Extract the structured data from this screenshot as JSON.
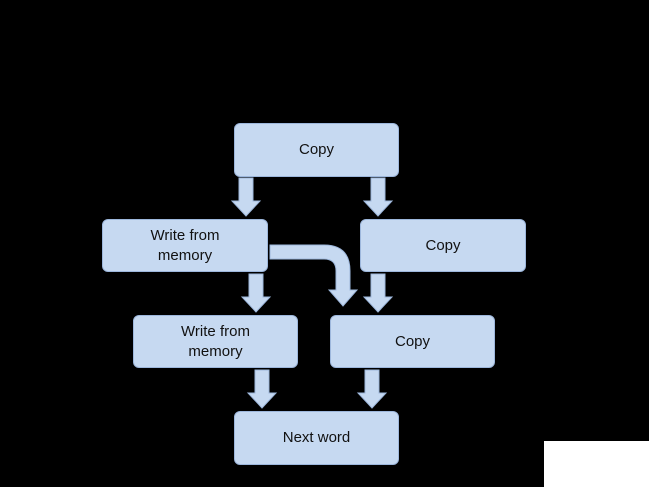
{
  "diagram": {
    "nodes": {
      "copy_top": "Copy",
      "write_left_1": "Write from\nmemory",
      "copy_right_1": "Copy",
      "write_left_2": "Write from\nmemory",
      "copy_right_2": "Copy",
      "next_word": "Next word"
    },
    "colors": {
      "background": "#000000",
      "box_fill": "#c6d9f1",
      "box_border": "#9db7dc",
      "arrow": "#c6d9f1"
    }
  }
}
